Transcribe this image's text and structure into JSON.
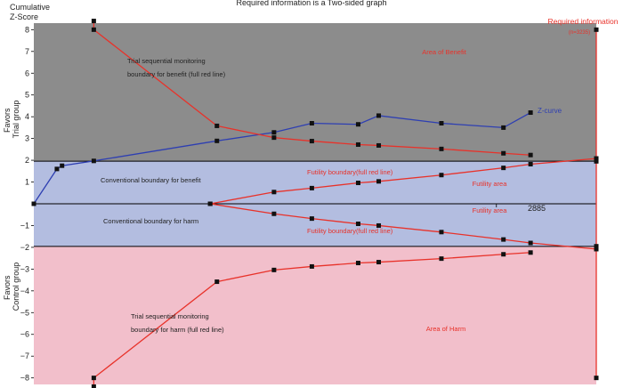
{
  "chart_data": {
    "type": "line",
    "title": "Required information is a Two-sided graph",
    "ylabel": "Cumulative Z-Score",
    "ylim": [
      -8.3,
      8.3
    ],
    "y_ticks": [
      8,
      7,
      6,
      5,
      4,
      3,
      2,
      1,
      -1,
      -2,
      -3,
      -4,
      -5,
      -6,
      -7,
      -8
    ],
    "y_side_labels": {
      "top_line1": "Favors",
      "top_line2": "Trial group",
      "bottom_line1": "Favors",
      "bottom_line2": "Control group"
    },
    "x_tick_label": "2885",
    "x_tick_value": 2885,
    "required_information_label": "Required information",
    "required_information_n": "(n=3235)",
    "required_information_value": 3235,
    "regions": [
      {
        "name": "Area of Benefit",
        "y_from": 1.96,
        "y_to": 8.3,
        "color": "#8c8c8c"
      },
      {
        "name": "Conventional benefit band",
        "y_from": 0,
        "y_to": 1.96,
        "color": "#b3bde0"
      },
      {
        "name": "Conventional harm band",
        "y_from": -1.96,
        "y_to": 0,
        "color": "#b3bde0"
      },
      {
        "name": "Area of Harm",
        "y_from": -8.3,
        "y_to": -1.96,
        "color": "#f2bfcb"
      }
    ],
    "region_labels": {
      "benefit": "Area of Benefit",
      "harm": "Area of Harm",
      "futility_upper": "Futility area",
      "futility_lower": "Futility area"
    },
    "annotations": {
      "tsm_benefit_line1": "Trial sequential monitoring",
      "tsm_benefit_line2": "boundary for benefit (full red line)",
      "conv_benefit": "Conventional boundary for benefit",
      "conv_harm": "Conventional boundary for harm",
      "futility_upper": "Futility boundary(full red line)",
      "futility_lower": "Futility boundary(full red line)",
      "tsm_harm_line1": "Trial sequential monitoring",
      "tsm_harm_line2": "boundary for harm (full red line)"
    },
    "conventional_boundary": 1.96,
    "series": [
      {
        "name": "Z-curve",
        "color": "#2e3fb2",
        "x": [
          0,
          144,
          176,
          374,
          1142,
          1498,
          1734,
          2023,
          2151,
          2542,
          2929,
          3098
        ],
        "y": [
          0,
          1.6,
          1.75,
          1.97,
          2.89,
          3.28,
          3.7,
          3.65,
          4.05,
          3.7,
          3.5,
          4.19
        ]
      },
      {
        "name": "",
        "color": "#e8322a",
        "x": [
          374,
          374,
          1142,
          1498,
          1734,
          2023,
          2151,
          2542,
          2929,
          3098
        ],
        "y": [
          8.4,
          8.0,
          3.58,
          3.04,
          2.88,
          2.72,
          2.68,
          2.52,
          2.32,
          2.24
        ]
      },
      {
        "name": "",
        "color": "#e8322a",
        "x": [
          374,
          374,
          1142,
          1498,
          1734,
          2023,
          2151,
          2542,
          2929,
          3098
        ],
        "y": [
          -8.4,
          -8.0,
          -3.58,
          -3.04,
          -2.88,
          -2.72,
          -2.68,
          -2.52,
          -2.32,
          -2.24
        ]
      },
      {
        "name": "",
        "color": "#e8322a",
        "x": [
          1100,
          1498,
          1734,
          2023,
          2151,
          2542,
          2929,
          3098,
          3508
        ],
        "y": [
          0,
          0.54,
          0.72,
          0.96,
          1.03,
          1.32,
          1.65,
          1.82,
          2.08
        ]
      },
      {
        "name": "",
        "color": "#e8322a",
        "x": [
          1100,
          1498,
          1734,
          2023,
          2151,
          2542,
          2929,
          3098,
          3508
        ],
        "y": [
          0,
          -0.46,
          -0.68,
          -0.92,
          -1.0,
          -1.3,
          -1.64,
          -1.8,
          -2.08
        ]
      }
    ],
    "required_information_line": {
      "x": 3508,
      "y_from": -8.0,
      "y_to": 8.0,
      "markers": [
        8.0,
        2.08,
        1.95,
        -1.95,
        -2.08,
        -8.0
      ]
    }
  }
}
